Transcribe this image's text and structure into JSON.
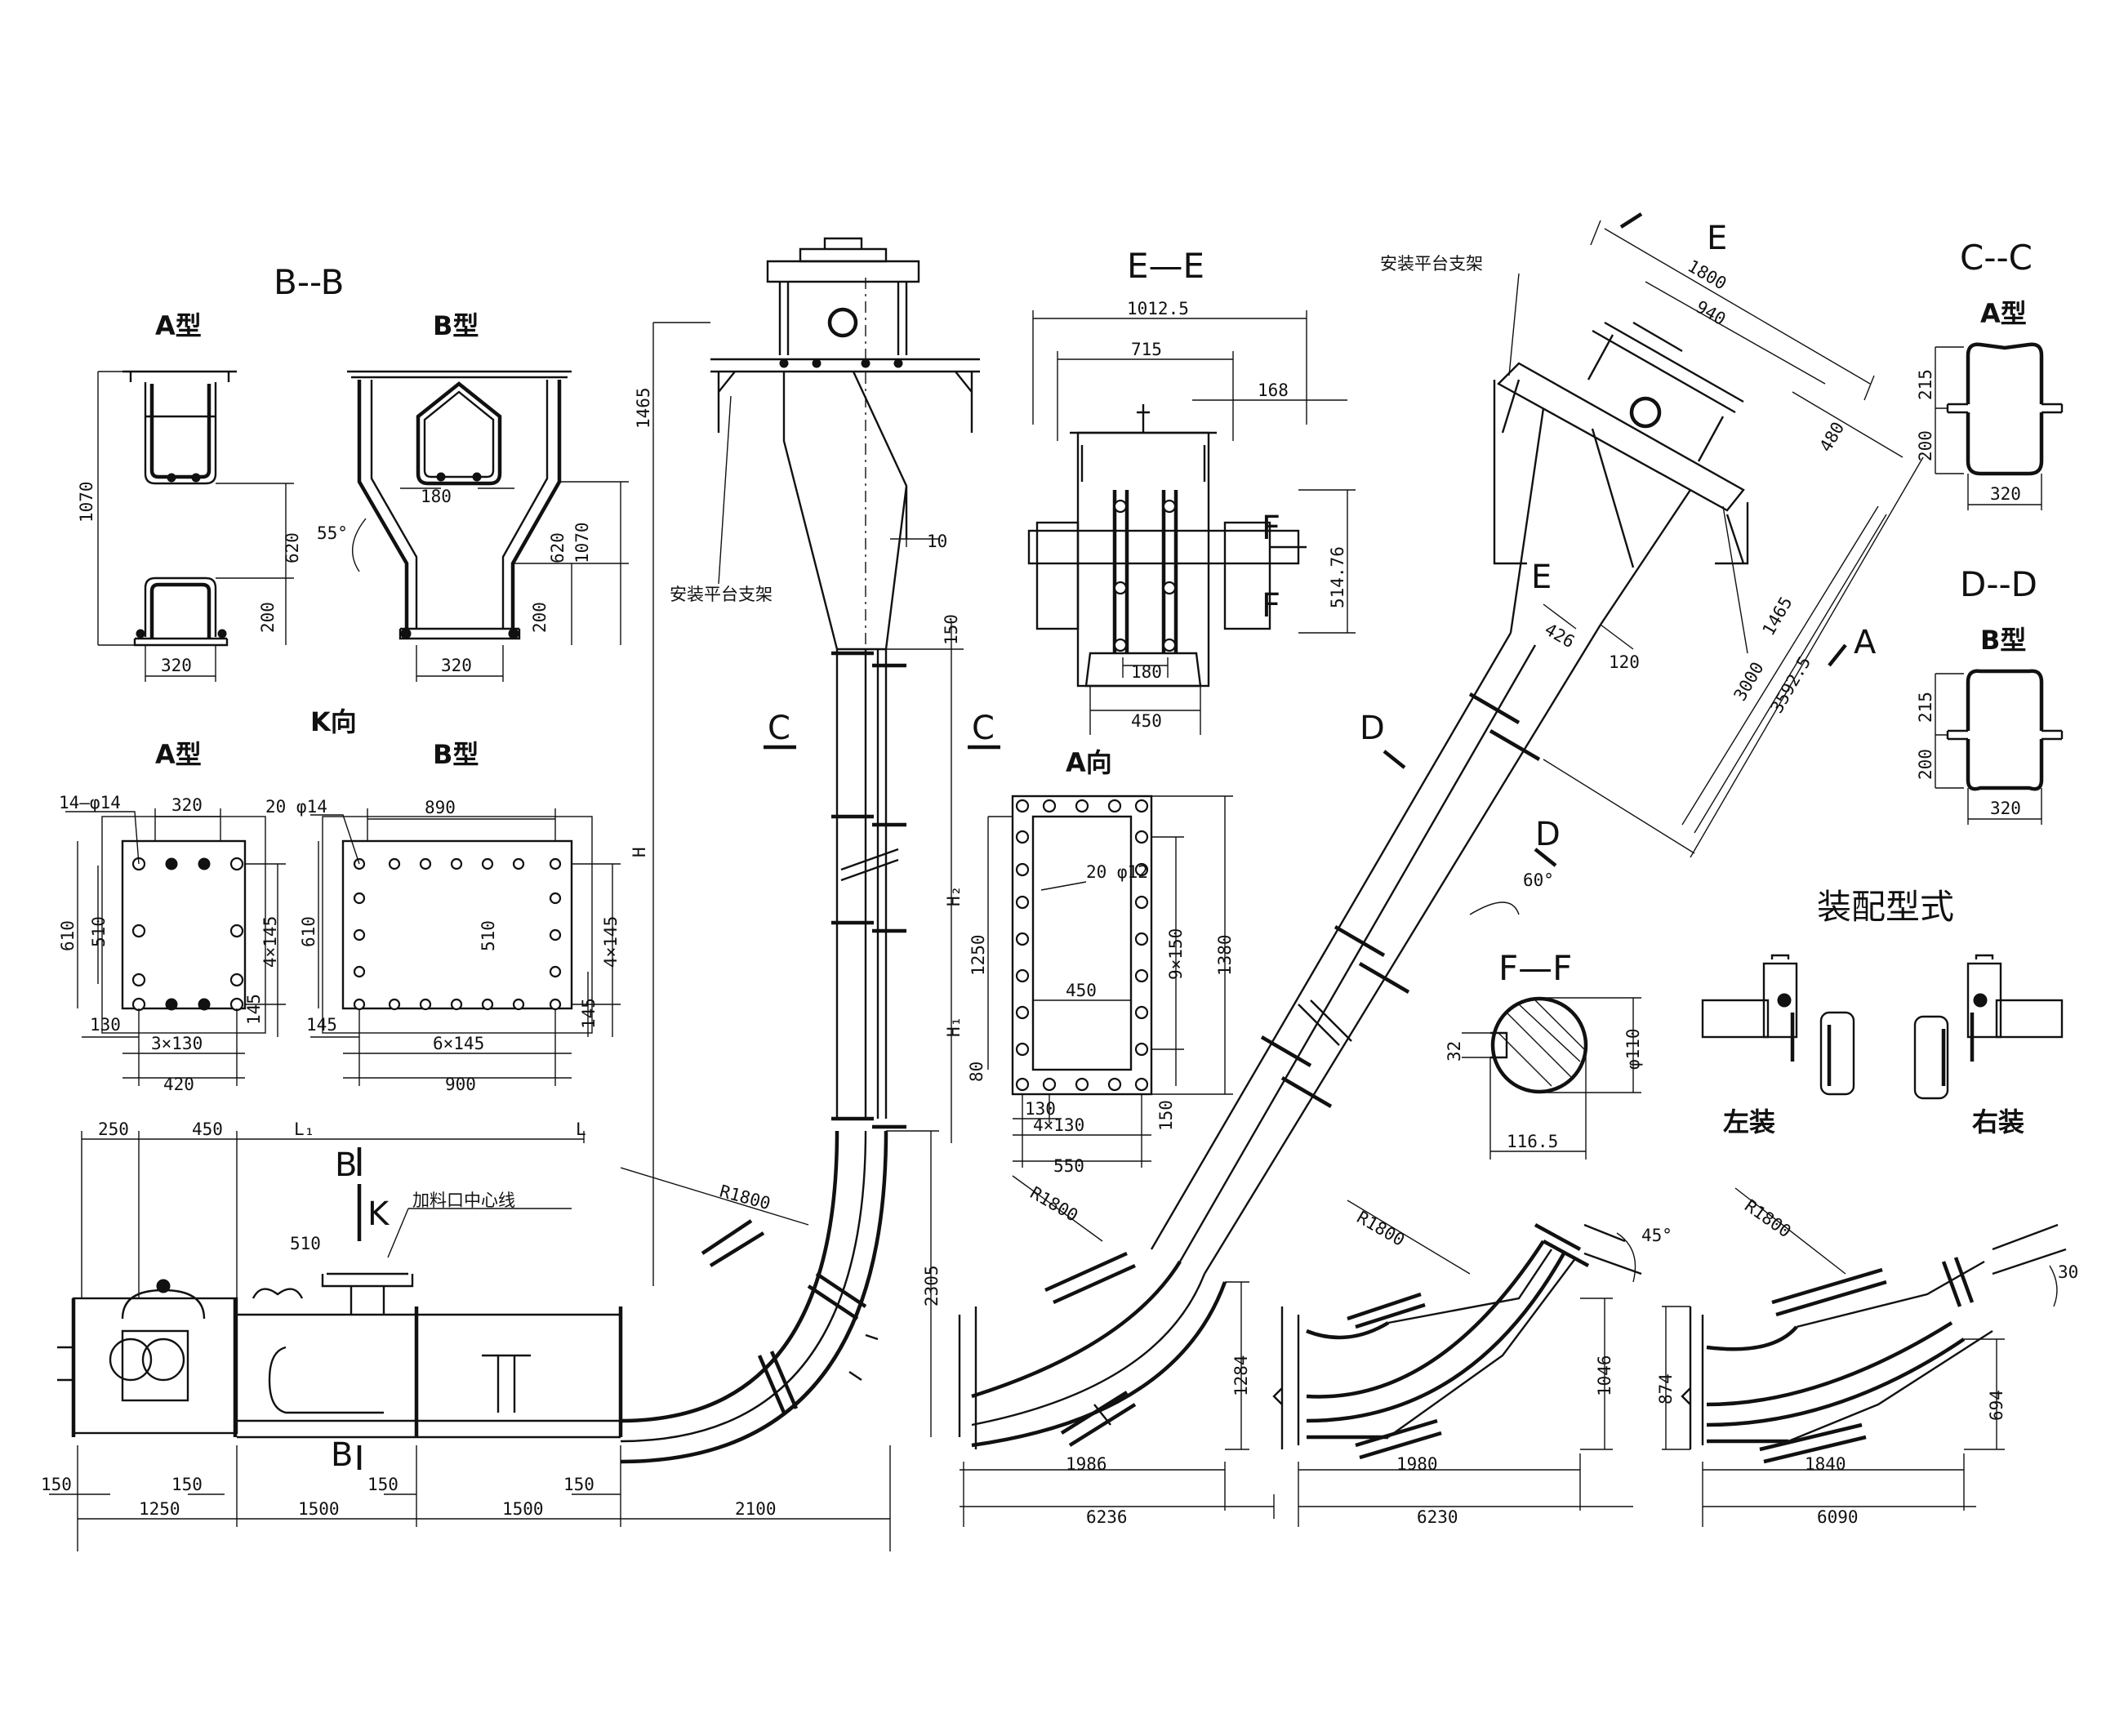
{
  "views": {
    "bb": {
      "title": "B--B",
      "a_type": "A型",
      "b_type": "B型",
      "dims": {
        "h1070": "1070",
        "h620": "620",
        "h200": "200",
        "w320": "320",
        "w180": "180",
        "angle55": "55°",
        "h1070b": "1070",
        "h620b": "620",
        "h200b": "200",
        "w320b": "320"
      }
    },
    "k": {
      "title": "K向",
      "a_type": "A型",
      "b_type": "B型",
      "dims": {
        "holes_a": "14—φ14",
        "w320": "320",
        "h610": "610",
        "h510": "510",
        "s4x145": "4×145",
        "h145": "145",
        "w130": "130",
        "s3x130": "3×130",
        "w420": "420",
        "holes_b": "20 φ14",
        "w890": "890",
        "h610b": "610",
        "h510b": "510",
        "s4x145b": "4×145",
        "h145b": "145",
        "w145b": "145",
        "s6x145": "6×145",
        "w900": "900"
      }
    },
    "main": {
      "label_c1": "C",
      "label_c2": "C",
      "label_b1": "B",
      "label_b2": "B",
      "label_k": "K",
      "bracket_note": "安装平台支架",
      "feed_note": "加料口中心线",
      "dims": {
        "d250": "250",
        "d450": "450",
        "l1": "L₁",
        "l": "L",
        "d510": "510",
        "d150a": "150",
        "d150b": "150",
        "d150c": "150",
        "d150d": "150",
        "d1250": "1250",
        "d1500a": "1500",
        "d1500b": "1500",
        "d2100": "2100",
        "r1800": "R1800",
        "h2305": "2305",
        "h1465": "1465",
        "d10": "10",
        "d150e": "150",
        "H": "H",
        "H2": "H₂",
        "H1": "H₁"
      }
    },
    "ee": {
      "title": "E—E",
      "dims": {
        "w1012": "1012.5",
        "w715": "715",
        "w168": "168",
        "h514": "514.76",
        "w180": "180",
        "w450": "450",
        "f1": "F",
        "f2": "F"
      }
    },
    "a_view": {
      "title": "A向",
      "dims": {
        "holes": "20 φ12",
        "s9x150": "9×150",
        "h1250": "1250",
        "h1380": "1380",
        "w450": "450",
        "h80": "80",
        "w130": "130",
        "h150": "150",
        "s4x130": "4×130",
        "w550": "550"
      }
    },
    "incline": {
      "bracket_note": "安装平台支架",
      "label_e_top": "E",
      "label_e_mid": "E",
      "label_d1": "D",
      "label_d2": "D",
      "label_a": "A",
      "dims": {
        "w1800": "1800",
        "w940": "940",
        "h480": "480",
        "h1465": "1465",
        "w426": "426",
        "w120": "120",
        "h3000": "3000",
        "h3592": "3592.5",
        "angle60": "60°",
        "r1800": "R1800",
        "h1284": "1284",
        "w1986": "1986",
        "w6236": "6236"
      }
    },
    "cc": {
      "title": "C--C",
      "type": "A型",
      "dims": {
        "h215": "215",
        "h200": "200",
        "w320": "320"
      }
    },
    "dd": {
      "title": "D--D",
      "type": "B型",
      "dims": {
        "h215": "215",
        "h200": "200",
        "w320": "320"
      }
    },
    "ff": {
      "title": "F—F",
      "dims": {
        "h32": "32",
        "d110": "φ110",
        "w116": "116.5"
      }
    },
    "assembly": {
      "title": "装配型式",
      "left": "左装",
      "right": "右装"
    },
    "bend45": {
      "dims": {
        "r1800": "R1800",
        "angle": "45°",
        "h1046": "1046",
        "w1980": "1980",
        "w6230": "6230"
      }
    },
    "bend30": {
      "dims": {
        "r1800": "R1800",
        "angle": "30",
        "h874": "874",
        "h694": "694",
        "w1840": "1840",
        "w6090": "6090"
      }
    }
  }
}
